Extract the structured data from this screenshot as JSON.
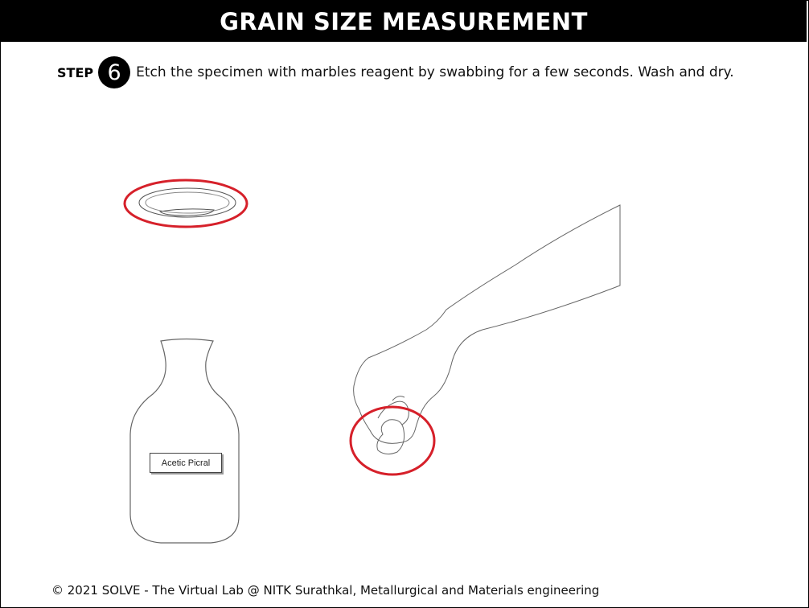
{
  "header": {
    "title": "GRAIN SIZE MEASUREMENT"
  },
  "step": {
    "label": "STEP",
    "number": "6",
    "instruction": "Etch the specimen with marbles reagent by swabbing for a few seconds. Wash and dry."
  },
  "scene": {
    "bottle_label": "Acetic Picral",
    "highlight_color": "#d6202a",
    "outline_color": "#555555"
  },
  "footer": {
    "copyright": "© 2021 SOLVE - The Virtual Lab @ NITK Surathkal, Metallurgical and Materials engineering"
  }
}
